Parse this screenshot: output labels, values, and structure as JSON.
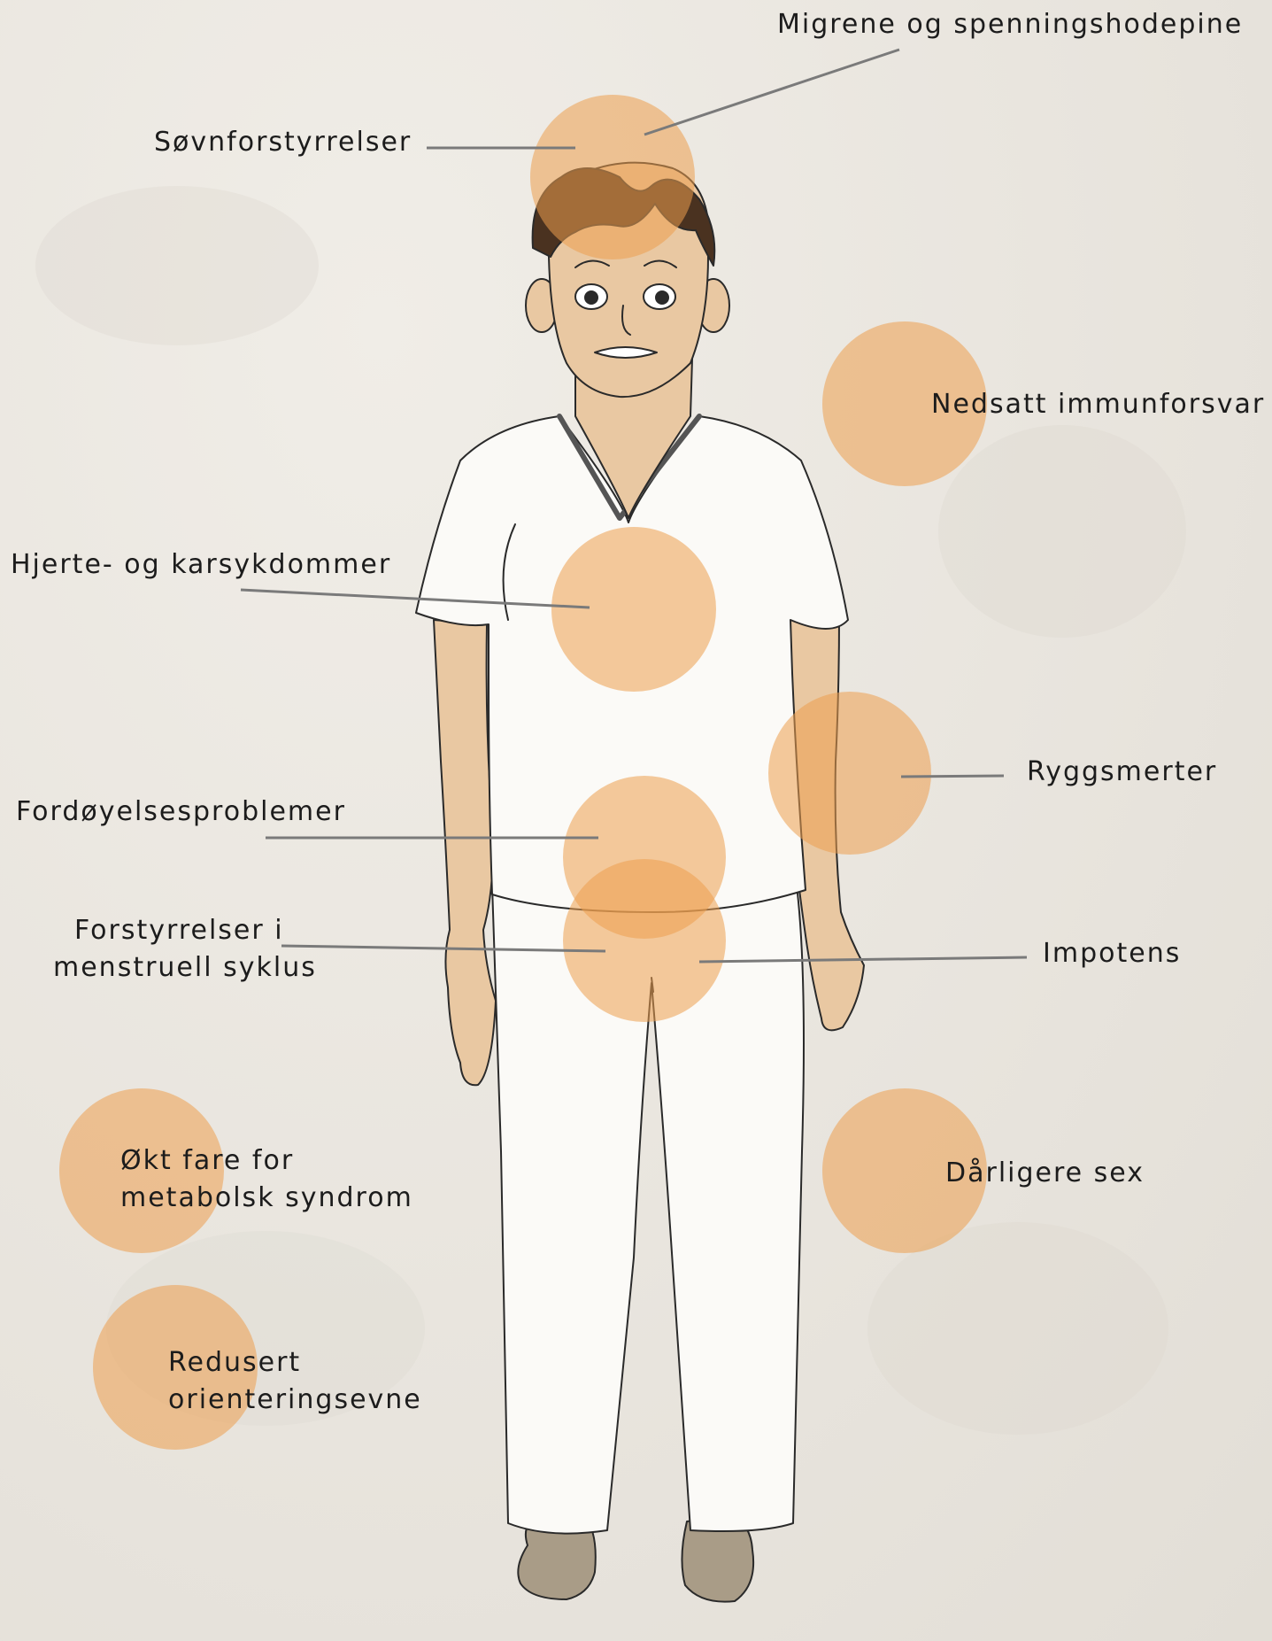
{
  "labels": {
    "migrene": "Migrene og spenningshodepine",
    "sovn": "Søvnforstyrrelser",
    "immun": "Nedsatt immunforsvar",
    "hjerte": "Hjerte- og karsykdommer",
    "rygg": "Ryggsmerter",
    "fordoyelse": "Fordøyelsesproblemer",
    "menstruell_line1": "Forstyrrelser i",
    "menstruell_line2": "menstruell syklus",
    "impotens": "Impotens",
    "sex": "Dårligere sex",
    "metabolsk_line1": "Økt fare for",
    "metabolsk_line2": "metabolsk syndrom",
    "orientering_line1": "Redusert",
    "orientering_line2": "orienteringsevne"
  },
  "colors": {
    "spot": "#f0c290",
    "background": "#ebe7e0",
    "leader_line": "#7a7a7a",
    "clothing": "#fbfaf7",
    "skin": "#e9c8a2",
    "hair": "#4a3220"
  }
}
